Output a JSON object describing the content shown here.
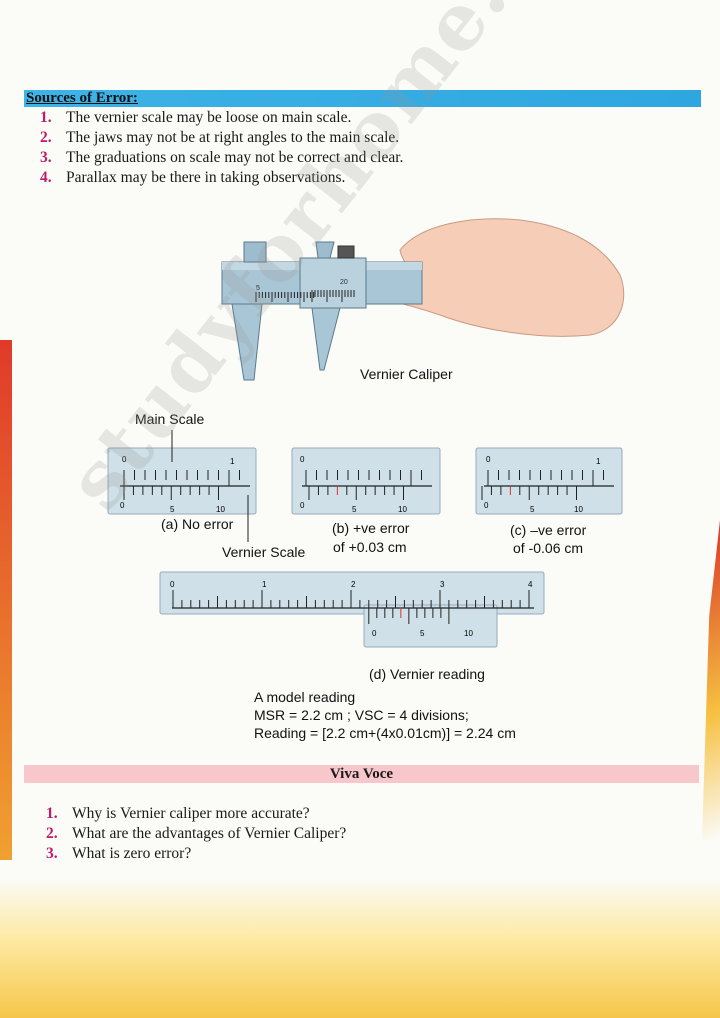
{
  "sources_of_error": {
    "heading": "Sources of Error:",
    "items": [
      {
        "num": "1.",
        "text": "The vernier scale may be loose on main scale."
      },
      {
        "num": "2.",
        "text": "The jaws may not be at right angles to the main scale."
      },
      {
        "num": "3.",
        "text": "The graduations on scale may not be correct and clear."
      },
      {
        "num": "4.",
        "text": "Parallax may be there in taking observations."
      }
    ]
  },
  "figure": {
    "caliper_label": "Vernier Caliper",
    "main_scale_label": "Main Scale",
    "vernier_scale_label": "Vernier Scale",
    "caption_a": "(a) No error",
    "caption_b_1": "(b) +ve error",
    "caption_b_2": "of +0.03 cm",
    "caption_c_1": "(c) –ve error",
    "caption_c_2": "of -0.06 cm",
    "caption_d": "(d) Vernier reading",
    "model_reading": {
      "line1": "A model reading",
      "line2": "MSR = 2.2 cm ; VSC = 4 divisions;",
      "line3": "Reading = [2.2 cm+(4x0.01cm)] = 2.24 cm"
    },
    "caliper_scale_numbers": [
      "5",
      "20"
    ],
    "tick_numbers": {
      "main": [
        "0",
        "1"
      ],
      "vernier": [
        "0",
        "5",
        "10"
      ],
      "long_main": [
        "0",
        "1",
        "2",
        "3",
        "4"
      ]
    }
  },
  "viva_voce": {
    "heading": "Viva Voce",
    "items": [
      {
        "num": "1.",
        "text": "Why is Vernier caliper more accurate?"
      },
      {
        "num": "2.",
        "text": "What are the advantages of Vernier Caliper?"
      },
      {
        "num": "3.",
        "text": "What is zero error?"
      }
    ]
  },
  "watermark": "studyforhome.com",
  "colors": {
    "header_bar": "#2ea6e0",
    "viva_bar": "#f7c7cc",
    "number": "#c21a6a",
    "scale_fill": "#c9dde6",
    "error_mark": "#e0302a"
  }
}
